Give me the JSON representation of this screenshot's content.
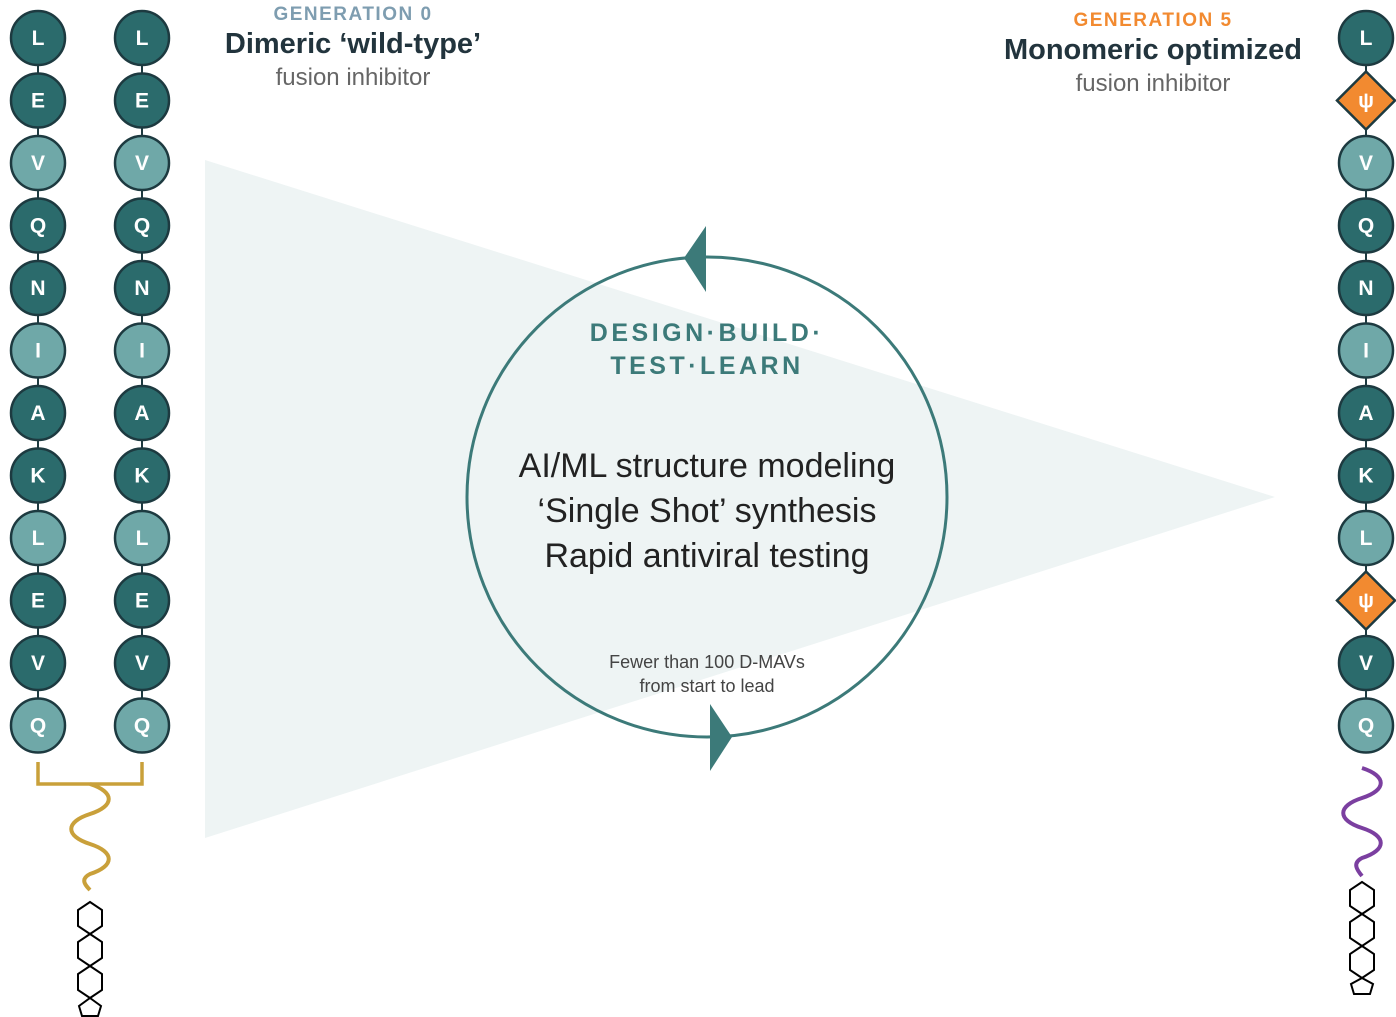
{
  "colors": {
    "dark_residue": "#2b6b6c",
    "light_residue": "#6fa8a8",
    "residue_stroke": "#1d3a40",
    "modified_residue": "#f28a30",
    "gen0_accent": "#7e9db0",
    "gen5_accent": "#f28a30",
    "wedge": "#eef4f4",
    "cycle": "#3c7a79",
    "gen0_linker": "#c9a03a",
    "gen5_linker": "#7b3fa0"
  },
  "gen0": {
    "kicker": "GENERATION 0",
    "title": "Dimeric ‘wild-type’",
    "subtitle": "fusion inhibitor"
  },
  "gen5": {
    "kicker": "GENERATION 5",
    "title": "Monomeric optimized",
    "subtitle": "fusion inhibitor"
  },
  "cycle": {
    "heading_line1": "DESIGN·BUILD·",
    "heading_line2": "TEST·LEARN",
    "body_line1": "AI/ML structure modeling",
    "body_line2": "‘Single Shot’ synthesis",
    "body_line3": "Rapid antiviral testing",
    "note_line1": "Fewer than 100 D-MAVs",
    "note_line2": "from start to lead"
  },
  "strand_gen0": [
    "L",
    "E",
    "V",
    "Q",
    "N",
    "I",
    "A",
    "K",
    "L",
    "E",
    "V",
    "Q"
  ],
  "strand_gen0_shade": [
    "dark",
    "dark",
    "light",
    "dark",
    "dark",
    "light",
    "dark",
    "dark",
    "light",
    "dark",
    "dark",
    "light"
  ],
  "strand_gen5": [
    "L",
    "ψ",
    "V",
    "Q",
    "N",
    "I",
    "A",
    "K",
    "L",
    "ψ",
    "V",
    "Q"
  ],
  "strand_gen5_shade": [
    "dark",
    "mod",
    "light",
    "dark",
    "dark",
    "light",
    "dark",
    "dark",
    "light",
    "mod",
    "dark",
    "light"
  ],
  "icons": {
    "gen0_linker": "wavy-linker-icon",
    "gen5_linker": "wavy-linker-icon",
    "lipid": "hexagon-chain-icon"
  }
}
